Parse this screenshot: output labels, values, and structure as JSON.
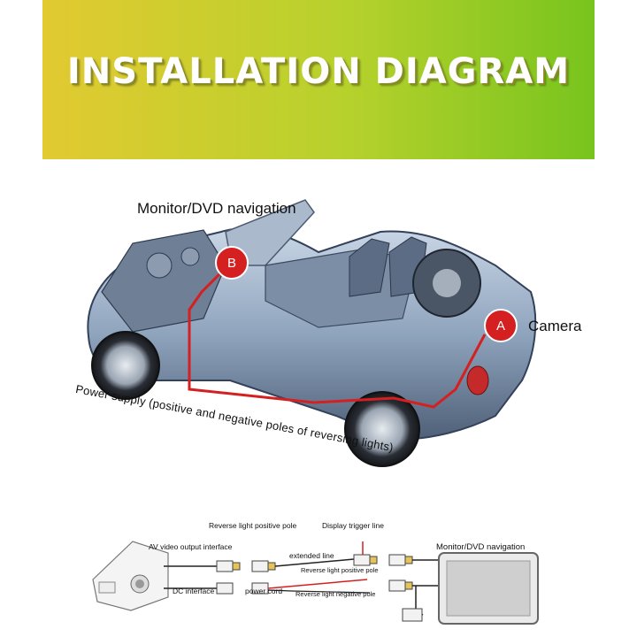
{
  "banner": {
    "title": "INSTALLATION DIAGRAM"
  },
  "car_diagram": {
    "monitor_label": "Monitor/DVD navigation",
    "camera_label": "Camera",
    "power_label": "Power supply (positive and negative poles of reversing lights)",
    "badge_a": "A",
    "badge_b": "B"
  },
  "wiring": {
    "reverse_positive": "Reverse light positive pole",
    "display_trigger": "Display trigger line",
    "av_output": "AV video output interface",
    "extended_line": "extended line",
    "reverse_positive_2": "Reverse light positive pole",
    "dc_interface": "DC interface",
    "power_cord": "power cord",
    "reverse_negative": "Reverse light negative pole",
    "monitor_label": "Monitor/DVD navigation"
  },
  "colors": {
    "accent_red": "#d42020",
    "banner_left": "#e2ca31",
    "banner_right": "#78c41e"
  }
}
